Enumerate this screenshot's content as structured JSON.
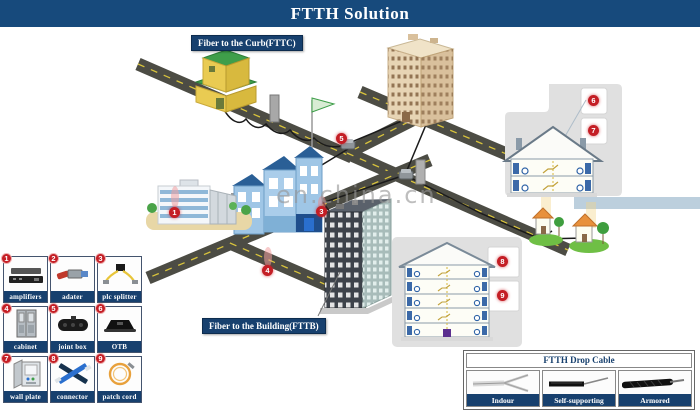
{
  "title": "FTTH Solution",
  "watermark": "en.china.cn",
  "labels": {
    "fttc": "Fiber to the Curb(FTTC)",
    "fttb": "Fiber to the Building(FTTB)"
  },
  "colors": {
    "titlebar_navy": "#174a7c",
    "label_navy": "#17406e",
    "marker_red": "#c41e25",
    "road_gray": "#4c4c44",
    "panel_gray": "#e0e0e0"
  },
  "legend": {
    "items": [
      {
        "number": "1",
        "label": "amplifiers"
      },
      {
        "number": "2",
        "label": "adater"
      },
      {
        "number": "3",
        "label": "plc splitter"
      },
      {
        "number": "4",
        "label": "cabinet"
      },
      {
        "number": "5",
        "label": "joint box"
      },
      {
        "number": "6",
        "label": "OTB"
      },
      {
        "number": "7",
        "label": "wall plate"
      },
      {
        "number": "8",
        "label": "connector"
      },
      {
        "number": "9",
        "label": "patch cord"
      }
    ]
  },
  "drop_cable": {
    "title": "FTTH Drop Cable",
    "items": [
      {
        "label": "Indour"
      },
      {
        "label": "Self-supporting"
      },
      {
        "label": "Armored"
      }
    ]
  },
  "diagram": {
    "markers": [
      {
        "number": "1"
      },
      {
        "number": "3"
      },
      {
        "number": "4"
      },
      {
        "number": "5"
      },
      {
        "number": "6"
      },
      {
        "number": "7"
      },
      {
        "number": "8"
      },
      {
        "number": "9"
      }
    ]
  }
}
